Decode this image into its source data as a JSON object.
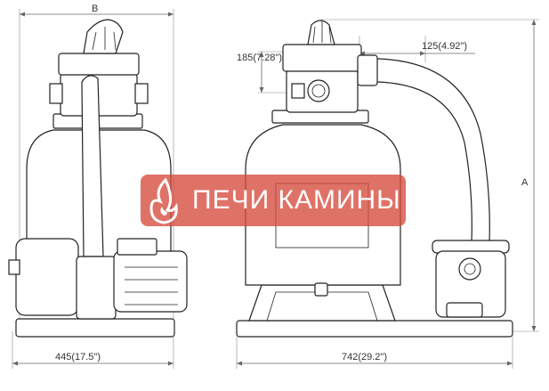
{
  "dimensions": {
    "width_label": "B",
    "height_label": "A",
    "port_height": "185(7.28\")",
    "port_offset": "125(4.92\")",
    "base_depth": "445(17.5\")",
    "base_length": "742(29.2\")"
  },
  "watermark": {
    "text": "ПЕЧИ КАМИНЫ",
    "icon": "flame-logo-icon",
    "color": "#d64a3c"
  }
}
